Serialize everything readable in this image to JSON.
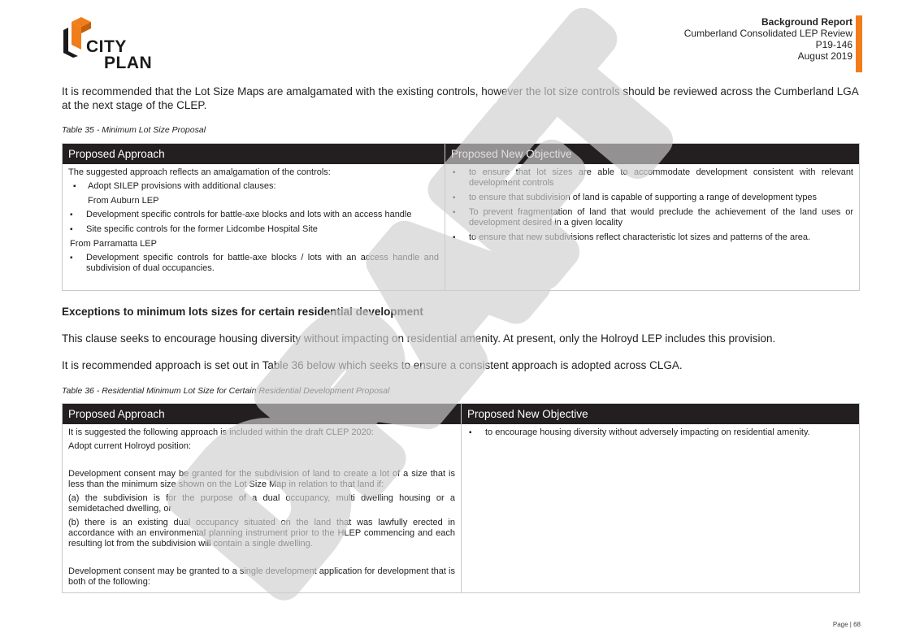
{
  "header": {
    "logo": {
      "word1": "CITY",
      "word2": "PLAN",
      "colors": {
        "orange": "#f07d1a",
        "dark": "#1a1a1a"
      }
    },
    "report_title": "Background Report",
    "report_subtitle": "Cumberland Consolidated LEP Review",
    "report_code": "P19-146",
    "report_date": "August 2019"
  },
  "intro_paragraph": "It is recommended that the Lot Size Maps are amalgamated with the existing controls, however the lot size controls should be reviewed across the Cumberland LGA at the next stage of the CLEP.",
  "table35": {
    "caption": "Table 35 - Minimum Lot Size Proposal",
    "col1_header": "Proposed Approach",
    "col2_header": "Proposed New Objective",
    "col1": {
      "intro": "The suggested approach reflects an amalgamation of the controls:",
      "bullet_silep": "Adopt SILEP provisions with additional clauses:",
      "from_auburn": "From Auburn LEP",
      "bullet_battleaxe": "Development specific controls for battle-axe blocks and lots with an access handle",
      "bullet_lidcombe": "Site specific controls for the former Lidcombe Hospital Site",
      "from_parramatta": "From Parramatta LEP",
      "bullet_parramatta": "Development specific controls for battle-axe blocks / lots with an access handle and subdivision of dual occupancies."
    },
    "col2": {
      "bullets": [
        "to ensure that lot sizes are able to accommodate development consistent with relevant development controls",
        "to ensure that subdivision of land is capable of supporting a range of development types",
        "To prevent fragmentation of land that would preclude the achievement of the land uses or development desired in a given locality",
        "to ensure that new subdivisions reflect characteristic lot sizes and patterns of the area."
      ]
    }
  },
  "exceptions_heading": "Exceptions to minimum lots sizes for certain residential development",
  "exceptions_paragraph": "This clause seeks to encourage housing diversity without impacting on residential amenity. At present, only the Holroyd LEP includes this provision.",
  "recommended_paragraph": "It is recommended approach is set out in Table 36 below which seeks to ensure a consistent approach is adopted across CLGA.",
  "table36": {
    "caption": "Table 36 - Residential Minimum Lot Size for Certain Residential Development Proposal",
    "col1_header": "Proposed Approach",
    "col2_header": "Proposed New Objective",
    "col1": {
      "p1": "It is suggested the following approach is included within the draft CLEP 2020:",
      "p2": "Adopt current Holroyd position:",
      "p3": "Development consent may be granted for the subdivision of land to create a lot of a size that is less than the minimum size shown on the Lot Size Map in relation to that land if:",
      "p4": "(a) the subdivision is for the purpose of a dual occupancy, multi dwelling housing or a semidetached dwelling, or",
      "p5": "(b) there is an existing dual occupancy situated on the land that was lawfully erected in accordance with an environmental planning instrument prior to the HLEP commencing and each resulting lot from the subdivision will contain a single dwelling.",
      "p6": "Development consent may be granted to a single development application for development that is both of the following:"
    },
    "col2": {
      "bullet1": "to encourage housing diversity without adversely impacting on residential amenity."
    }
  },
  "watermark": {
    "text": "DRAFT",
    "color": "#cfcfcf"
  },
  "footer": {
    "page_label": "Page | 68"
  }
}
